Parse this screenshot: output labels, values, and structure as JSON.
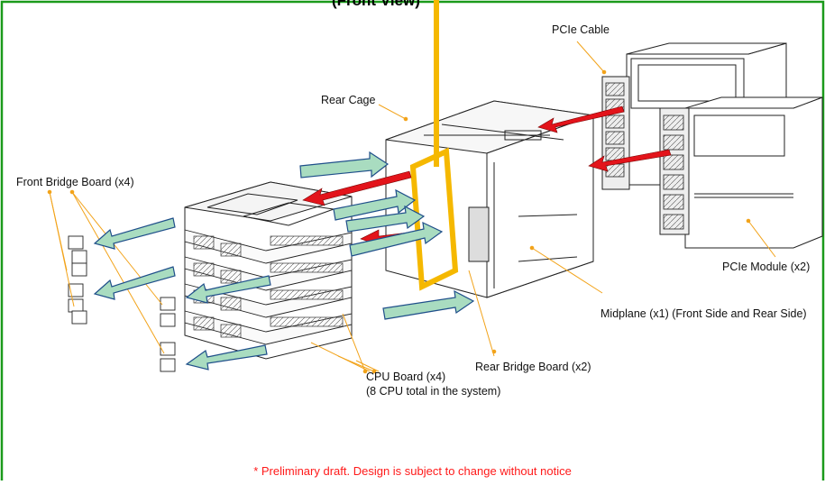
{
  "diagram": {
    "title": "(Front View)",
    "labels": {
      "pcie_cable": "PCIe Cable",
      "rear_cage": "Rear Cage",
      "front_bridge_board": "Front Bridge Board (x4)",
      "pcie_module": "PCIe Module (x2)",
      "midplane": "Midplane (x1) (Front Side and Rear Side)",
      "rear_bridge_board": "Rear Bridge Board (x2)",
      "cpu_board": "CPU Board (x4)",
      "cpu_total": "(8 CPU total in the system)"
    },
    "note": "* Preliminary draft. Design is subject to change without notice",
    "colors": {
      "frame": "#1a9a1a",
      "highlight": "#f5b800",
      "red_arrow": "#e3141b",
      "green_arrow": "#a9dcc0",
      "arrow_outline": "#1f4f8a",
      "leader": "#f2a31a",
      "note": "#ff1a1a"
    }
  }
}
